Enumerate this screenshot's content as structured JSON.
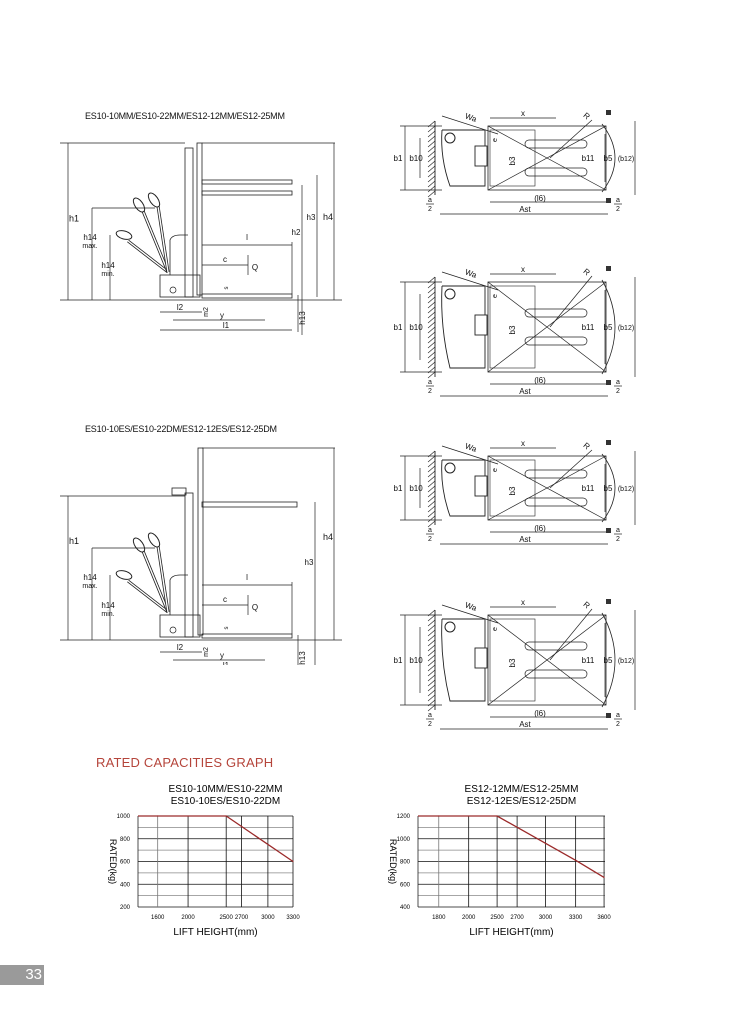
{
  "page_number": "33",
  "sections": [
    {
      "title": "ES10-10MM/ES10-22MM/ES12-12MM/ES12-25MM"
    },
    {
      "title": "ES10-10ES/ES10-22DM/ES12-12ES/ES12-25DM"
    }
  ],
  "side_labels": {
    "h1": "h1",
    "h2": "h2",
    "h3": "h3",
    "h4": "h4",
    "h14max": "h14",
    "max": "max.",
    "h14min": "h14",
    "min": "min.",
    "l": "l",
    "c": "c",
    "Q": "Q",
    "s": "s",
    "l2": "l2",
    "m2": "m2",
    "y": "y",
    "l1": "l1",
    "h13": "h13"
  },
  "top_labels": {
    "Wa": "Wa",
    "x": "x",
    "R": "R",
    "b1": "b1",
    "b10": "b10",
    "e": "e",
    "b3": "b3",
    "b11": "b11",
    "b5": "b5",
    "b12": "(b12)",
    "a2_num": "a",
    "a2_den": "2",
    "l6": "(l6)",
    "Ast": "Ast"
  },
  "graph_heading": "RATED CAPACITIES GRAPH",
  "chart_data": [
    {
      "type": "line",
      "title": [
        "ES10-10MM/ES10-22MM",
        "ES10-10ES/ES10-22DM"
      ],
      "xlabel": "LIFT HEIGHT(mm)",
      "ylabel": "RATED(kg)",
      "xticks": [
        1600,
        2000,
        2500,
        2700,
        3000,
        3300
      ],
      "yticks": [
        1000,
        800,
        600,
        400,
        200
      ],
      "ylim": [
        200,
        1000
      ],
      "grid": true,
      "series": [
        {
          "name": "rated capacity",
          "x": [
            1600,
            2500,
            3300
          ],
          "y": [
            1000,
            1000,
            600
          ],
          "color": "#9b2a2a"
        }
      ]
    },
    {
      "type": "line",
      "title": [
        "ES12-12MM/ES12-25MM",
        "ES12-12ES/ES12-25DM"
      ],
      "xlabel": "LIFT HEIGHT(mm)",
      "ylabel": "RATED(kg)",
      "xticks": [
        1800,
        2000,
        2500,
        2700,
        3000,
        3300,
        3600
      ],
      "yticks": [
        1200,
        1000,
        800,
        600,
        400
      ],
      "ylim": [
        400,
        1200
      ],
      "grid": true,
      "series": [
        {
          "name": "rated capacity",
          "x": [
            1800,
            2500,
            3300,
            3600
          ],
          "y": [
            1200,
            1200,
            810,
            660
          ],
          "color": "#9b2a2a"
        }
      ]
    }
  ]
}
